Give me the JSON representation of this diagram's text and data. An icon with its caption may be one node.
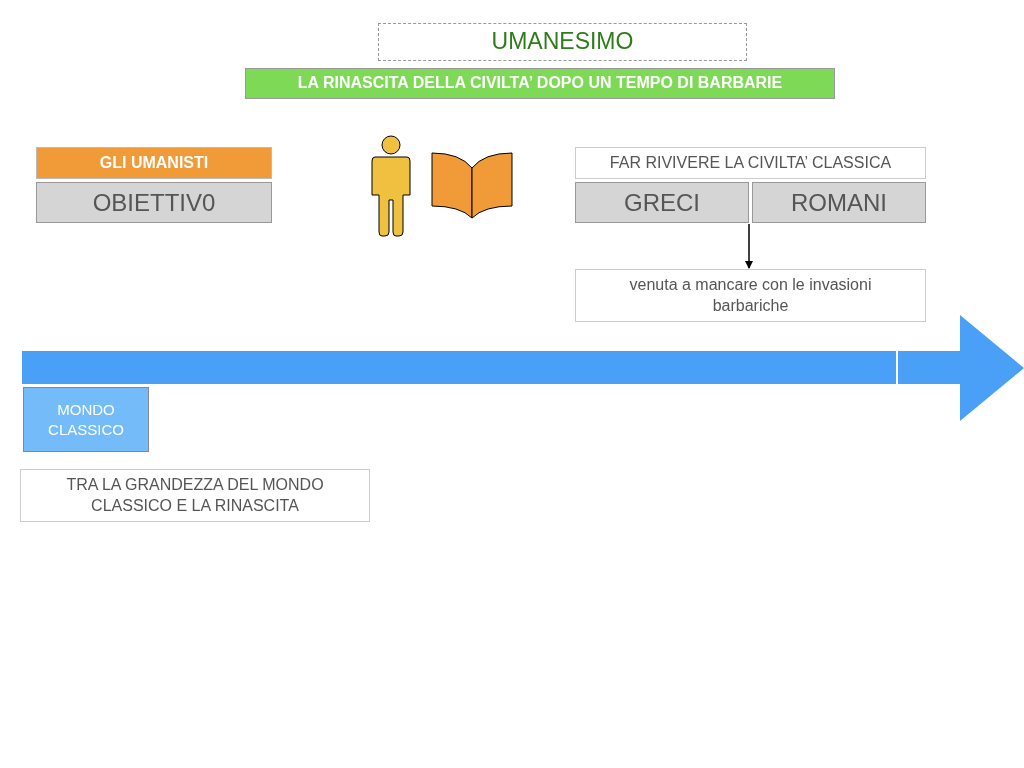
{
  "diagram": {
    "nodes": [
      {
        "text": [
          "UMANESIMO"
        ]
      },
      {
        "text": [
          "LA RINASCITA DELLA CIVILTA’ DOPO UN TEMPO DI BARBARIE"
        ]
      },
      {
        "text": [
          "GLI UMANISTI"
        ]
      },
      {
        "text": [
          "OBIETTIV0"
        ]
      },
      {
        "text": [
          "FAR RIVIVERE LA CIVILTA’ CLASSICA"
        ]
      },
      {
        "text": [
          "GRECI"
        ]
      },
      {
        "text": [
          "ROMANI"
        ]
      },
      {
        "text": [
          "venuta a mancare con le invasioni barbariche"
        ]
      },
      {
        "text": [
          "MONDO CLASSICO"
        ]
      },
      {
        "text": [
          "TRA LA GRANDEZZA DEL MONDO CLASSICO E LA RINASCITA"
        ]
      }
    ],
    "edges": [
      {
        "from": 5,
        "to": 7,
        "arrow": "to"
      }
    ]
  }
}
